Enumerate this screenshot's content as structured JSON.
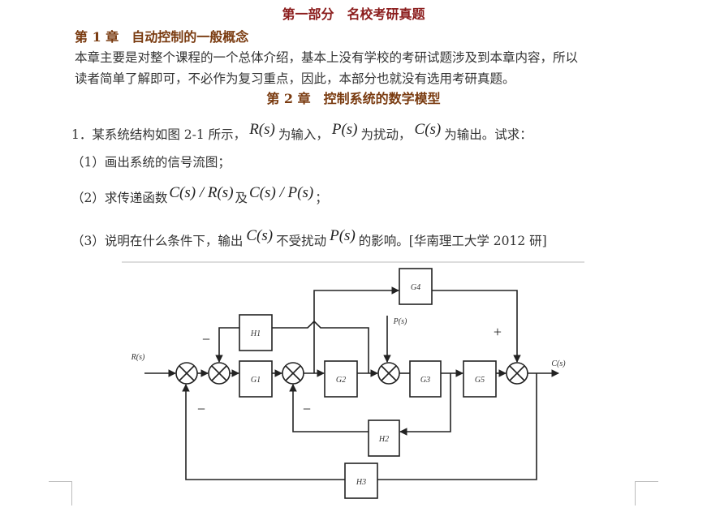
{
  "part_title": "第一部分　名校考研真题",
  "chapter1": {
    "title": "第 1 章　自动控制的一般概念",
    "paragraph_line1": "本章主要是对整个课程的一个总体介绍，基本上没有学校的考研试题涉及到本章内容，所以",
    "paragraph_line2": "读者简单了解即可，不必作为复习重点，因此，本部分也就没有选用考研真题。"
  },
  "chapter2": {
    "title": "第 2 章　控制系统的数学模型",
    "q1": {
      "prefix": "1．某系统结构如图 2-1 所示，",
      "R": "R(s)",
      "t1": "为输入，",
      "P": "P(s)",
      "t2": "为扰动，",
      "C": "C(s)",
      "t3": "为输出。试求："
    },
    "sub1": "（1）画出系统的信号流图；",
    "sub2": {
      "prefix": "（2）求传递函数",
      "f1": "C(s) / R(s)",
      "mid": "及",
      "f2": "C(s) / P(s)",
      "end": "；"
    },
    "sub3": {
      "prefix": "（3）说明在什么条件下，输出",
      "C": "C(s)",
      "mid": "不受扰动",
      "P": "P(s)",
      "end": "的影响。[华南理工大学 2012 研]"
    }
  },
  "diagram": {
    "input": "R(s)",
    "output": "C(s)",
    "disturbance": "P(s)",
    "blocks": {
      "G1": "G1",
      "G2": "G2",
      "G3": "G3",
      "G4": "G4",
      "G5": "G5",
      "H1": "H1",
      "H2": "H2",
      "H3": "H3"
    },
    "signs": {
      "minus": "−",
      "plus": "+"
    }
  }
}
